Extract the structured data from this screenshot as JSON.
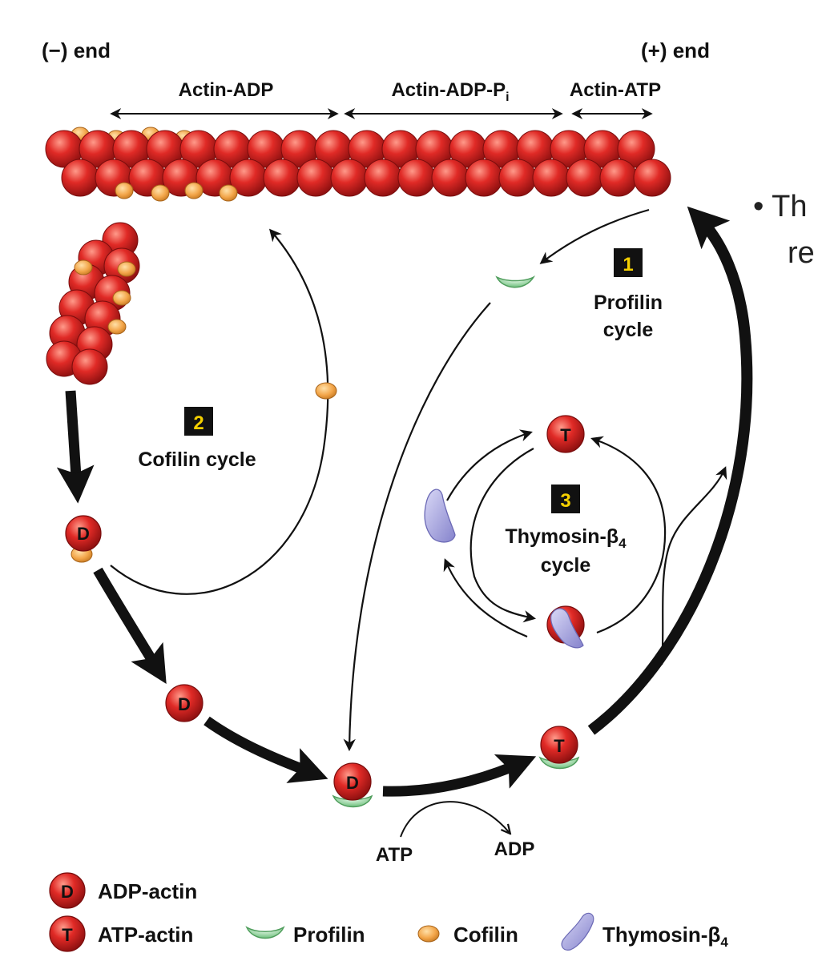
{
  "labels": {
    "minus_end": "(−) end",
    "plus_end": "(+) end",
    "actin_adp": "Actin-ADP",
    "actin_adp_pi": "Actin-ADP-P",
    "actin_adp_pi_sub": "i",
    "actin_atp": "Actin-ATP"
  },
  "cycles": {
    "profilin": {
      "number": "1",
      "line1": "Profilin",
      "line2": "cycle"
    },
    "cofilin": {
      "number": "2",
      "label": "Cofilin cycle"
    },
    "thymosin": {
      "number": "3",
      "line1": "Thymosin-β",
      "sub": "4",
      "line2": "cycle"
    }
  },
  "monomer_letters": {
    "adp": "D",
    "atp": "T"
  },
  "nucleotide": {
    "atp": "ATP",
    "adp": "ADP"
  },
  "legend": {
    "adp_actin": "ADP-actin",
    "atp_actin": "ATP-actin",
    "profilin": "Profilin",
    "cofilin": "Cofilin",
    "thymosin": "Thymosin-β",
    "thymosin_sub": "4"
  },
  "slide_text": {
    "line1": "• Th",
    "line2": "re"
  },
  "colors": {
    "actin_red": "#d42a2a",
    "cofilin_orange": "#f3a64a",
    "profilin_green": "#8fd29a",
    "thymosin_purple": "#a9a7e0",
    "badge_black": "#111111",
    "badge_number": "#f5d000"
  }
}
